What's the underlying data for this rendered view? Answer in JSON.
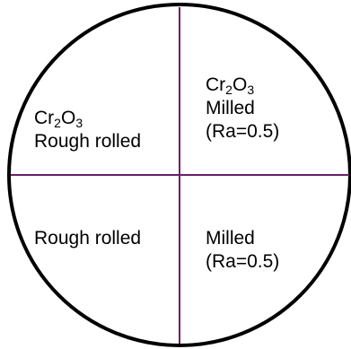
{
  "colors": {
    "circle_stroke": "#000000",
    "divider_stroke": "#6b1f6b"
  },
  "quadrants": {
    "top_left": {
      "formula": {
        "base": "Cr",
        "sub1": "2",
        "mid": "O",
        "sub2": "3"
      },
      "line2": "Rough rolled"
    },
    "top_right": {
      "formula": {
        "base": "Cr",
        "sub1": "2",
        "mid": "O",
        "sub2": "3"
      },
      "line2": "Milled",
      "line3": "(Ra=0.5)"
    },
    "bottom_left": {
      "line1": "Rough rolled"
    },
    "bottom_right": {
      "line1": "Milled",
      "line2": "(Ra=0.5)"
    }
  }
}
